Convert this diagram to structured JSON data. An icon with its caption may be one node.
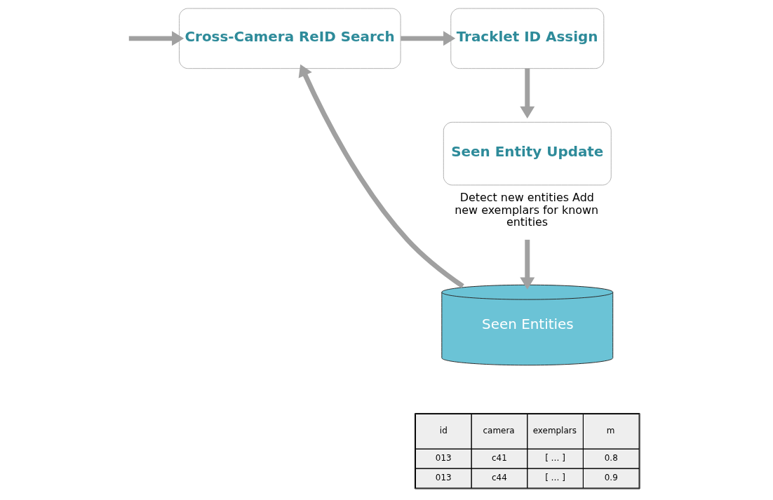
{
  "diagram": {
    "nodes": [
      {
        "text": [
          "Cross-Camera ReID Search"
        ]
      },
      {
        "text": [
          "Tracklet ID Assign"
        ]
      },
      {
        "text": [
          "Seen Entity Update"
        ],
        "beside": [
          "Detect new entities Add new exemplars for known entities"
        ]
      },
      {
        "text": [
          "Seen Entities"
        ]
      }
    ],
    "edges": [
      {
        "from": null,
        "to": 0,
        "arrow": "to"
      },
      {
        "from": 0,
        "to": 1,
        "arrow": "to"
      },
      {
        "from": 1,
        "to": 2,
        "arrow": "to"
      },
      {
        "from": 2,
        "to": 3,
        "arrow": "to"
      },
      {
        "from": 3,
        "to": 0,
        "arrow": "to"
      }
    ],
    "labels": [
      "id",
      "camera",
      "exemplars",
      "m",
      "013",
      "c41",
      "[ … ]",
      "0.8",
      "013",
      "c44",
      "[ … ]",
      "0.9"
    ]
  }
}
